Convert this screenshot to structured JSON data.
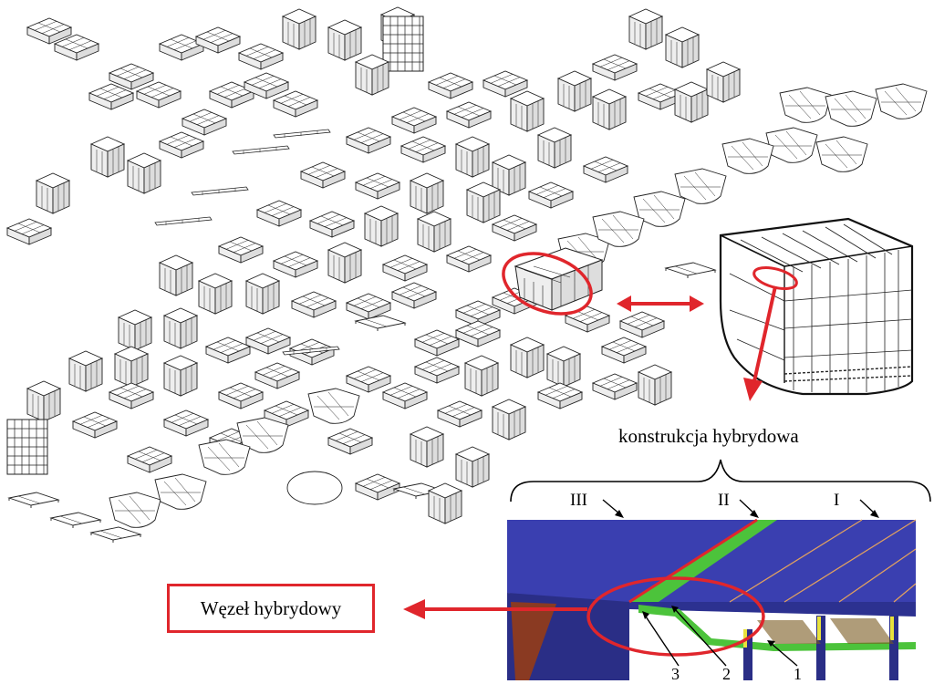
{
  "captions": {
    "hybrid_construction": "konstrukcja hybrydowa",
    "hybrid_node": "Węzeł hybrydowy"
  },
  "section_labels": [
    "III",
    "II",
    "I"
  ],
  "detail_numbers": [
    "3",
    "2",
    "1"
  ],
  "colors": {
    "highlight_red": "#e0262c",
    "steel_blue": "#3a3fb0",
    "composite_green": "#4cc33b",
    "drawing_line": "#222222",
    "web_brown": "#8a3a22",
    "joint_yellow": "#e8e23c"
  }
}
